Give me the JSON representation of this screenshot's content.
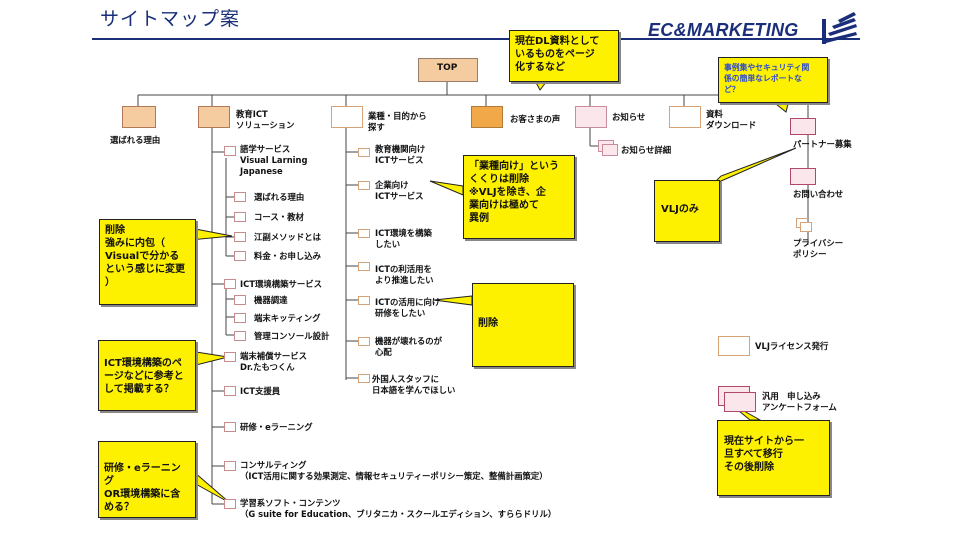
{
  "title": "サイトマップ案",
  "logo_text": "EC&MARKETING",
  "colors": {
    "accent": "#1a2e7a",
    "callout": "#fef100",
    "orange": "#f0a848",
    "peach": "#f5cba0",
    "pink": "#f5c8d4"
  },
  "nodes": {
    "top": "TOP",
    "reasons": "選ばれる理由",
    "ict_solution": "教育ICT\nソリューション",
    "language": "語学サービス\nVisual Larning\nJapanese",
    "lang_reasons": "選ばれる理由",
    "course": "コース・教材",
    "method": "江副メソッドとは",
    "fee": "料金・お申し込み",
    "ict_env": "ICT環境構築サービス",
    "device": "機器調達",
    "kitting": "端末キッティング",
    "console": "管理コンソール設計",
    "repair": "端末補償サービス\nDr.たもつくん",
    "ict_staff": "ICT支援員",
    "training": "研修・eラーニング",
    "consulting": "コンサルティング\n（ICT活用に関する効果測定、情報セキュリティーポリシー策定、整備計画策定）",
    "software": "学習系ソフト・コンテンツ\n（G suite for Education、ブリタニカ・スクールエディション、すららドリル）",
    "industry": "業種・目的から\n探す",
    "edu_ict": "教育機関向け\nICTサービス",
    "corp_ict": "企業向け\nICTサービス",
    "build_env": "ICT環境を構築\nしたい",
    "use_ict": "ICTの利活用を\nより推進したい",
    "train_ict": "ICTの活用に向け\n研修をしたい",
    "worry": "機器が壊れるのが\n心配",
    "foreign": "外国人スタッフに\n日本語を学んでほしい",
    "voice": "お客さまの声",
    "news": "お知らせ",
    "news_detail": "お知らせ詳細",
    "download": "資料\nダウンロード",
    "partner": "パートナー募集",
    "contact": "お問い合わせ",
    "privacy": "プライバシー\nポリシー",
    "vlj_license": "VLJライセンス発行",
    "survey": "汎用　申し込み\nアンケートフォーム"
  },
  "callouts": {
    "dl": "現在DL資料として\nいるものをページ\n化するなど",
    "case": "事例集やセキュリティ関\n係の簡単なレポートな\nど？",
    "industry_note": "「業種向け」という\nくくりは削除\n※VLJを除き、企\n業向けは極めて\n異例",
    "vlj_only": "VLJのみ",
    "delete_lang": "削除\n強みに内包（\nVisualで分かる\nという感じに変更\n）",
    "ict_ref": "ICT環境構築のペ\nージなどに参考と\nして掲載する？",
    "delete_train": "削除",
    "training_q": "研修・eラーニング\nOR環境構築に含\nめる？",
    "migrate": "現在サイトから一\n旦すべて移行\nその後削除"
  }
}
